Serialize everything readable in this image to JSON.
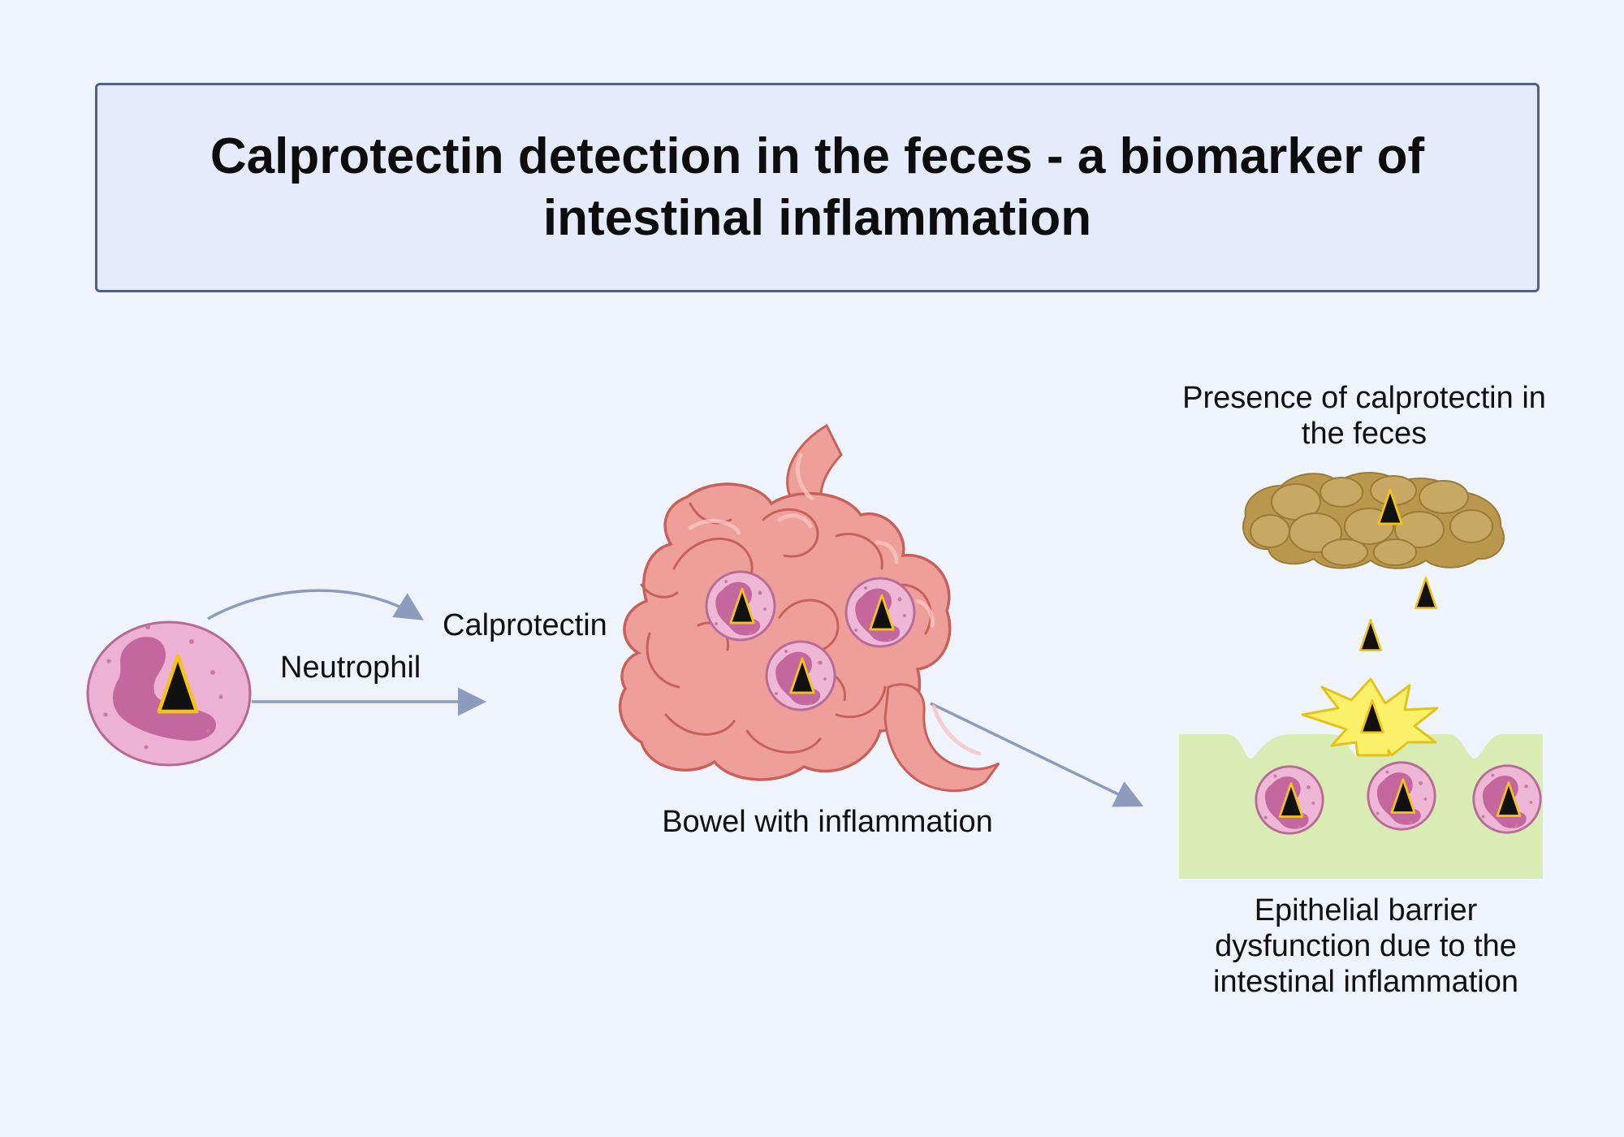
{
  "title": {
    "line1": "Calprotectin detection in the feces - a biomarker of",
    "line2": "intestinal inflammation"
  },
  "labels": {
    "calprotectin": "Calprotectin",
    "neutrophil": "Neutrophil",
    "bowel": "Bowel with inflammation",
    "feces_line1": "Presence of calprotectin in",
    "feces_line2": "the feces",
    "epithelial_line1": "Epithelial barrier",
    "epithelial_line2": "dysfunction due to the",
    "epithelial_line3": "intestinal inflammation"
  },
  "colors": {
    "background": "#eef3fc",
    "title_fill": "#e5ebfa",
    "title_border": "#4d5f94",
    "arrow": "#8d9bbd",
    "neutrophil_fill": "#edb1d3",
    "neutrophil_nucleus": "#c4679e",
    "bowel_fill": "#ef9f99",
    "bowel_stroke": "#c8615b",
    "feces_fill": "#b9984e",
    "epithelium_fill": "#d9ecb4",
    "burst_fill": "#fbf06a",
    "calprotectin_marker": "#111111"
  }
}
